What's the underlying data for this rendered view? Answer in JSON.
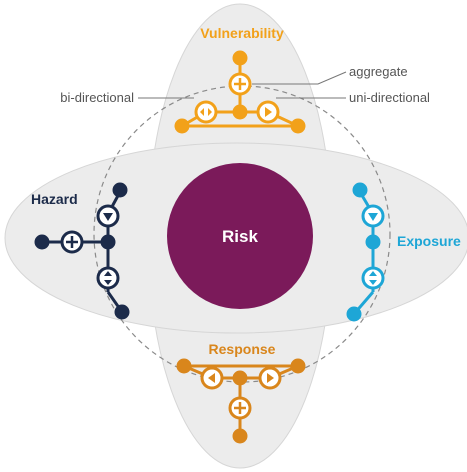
{
  "risk": {
    "label": "Risk",
    "color": "#7b1a5a"
  },
  "components": {
    "vulnerability": {
      "label": "Vulnerability",
      "color": "#f2a11a"
    },
    "exposure": {
      "label": "Exposure",
      "color": "#1ea6d6"
    },
    "hazard": {
      "label": "Hazard",
      "color": "#1c2b4a"
    },
    "response": {
      "label": "Response",
      "color": "#d9861c"
    }
  },
  "legend": {
    "aggregate": "aggregate",
    "bi_directional": "bi-directional",
    "uni_directional": "uni-directional"
  },
  "icons": {
    "aggregate": "plus-circle-icon",
    "bi_directional": "double-arrow-circle-icon",
    "uni_directional": "arrow-circle-icon"
  },
  "petal_color": "#ececec",
  "petal_outline": "#d4d4d4"
}
